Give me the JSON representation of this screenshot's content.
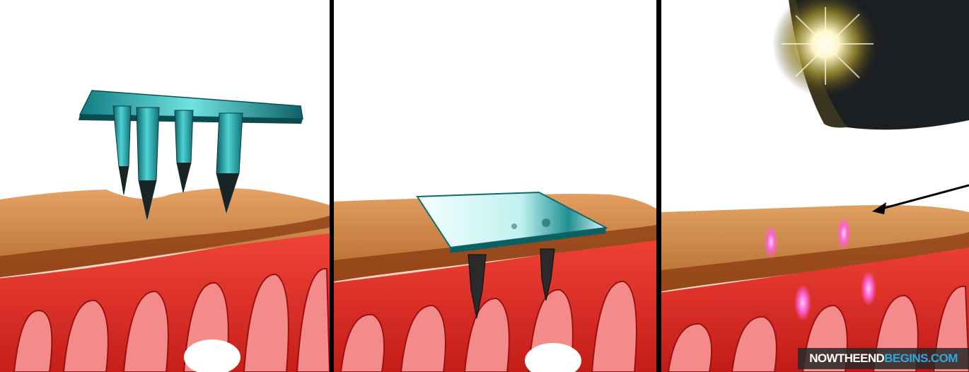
{
  "watermark": {
    "part1": "NOWTHEEND",
    "part2": "BEGINS.COM"
  },
  "panels": [
    {
      "name": "microneedle-patch-above-skin"
    },
    {
      "name": "microneedle-patch-inserted"
    },
    {
      "name": "skin-light-scan"
    }
  ],
  "colors": {
    "needle_teal": "#1aa3a8",
    "epidermis_tan": "#c9803f",
    "dermis_red": "#e0302a",
    "vessel_dark": "#8a0d0d",
    "marker_pink": "#ff5fd0"
  }
}
